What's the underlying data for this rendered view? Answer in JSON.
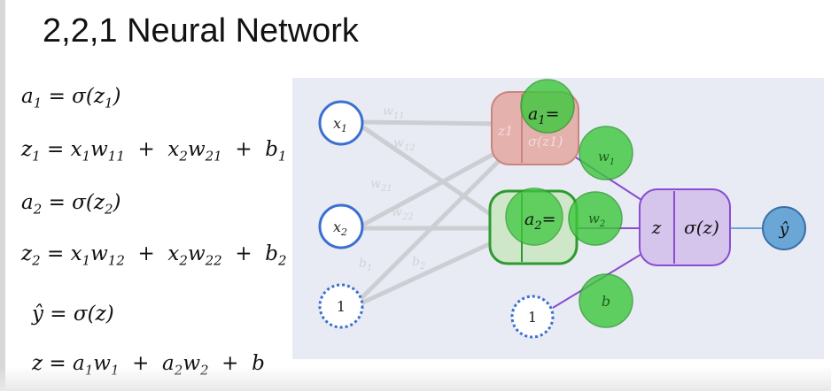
{
  "title": "2,2,1 Neural Network",
  "equations": [
    {
      "lhs": "a",
      "lhs_sub": "1",
      "rhs": "σ(z",
      "rhs_sub": "1",
      "tail": ")"
    },
    {
      "lhs": "z",
      "lhs_sub": "1",
      "parts": [
        "x",
        "1",
        "w",
        "11",
        "x",
        "2",
        "w",
        "21",
        "b",
        "1"
      ]
    },
    {
      "lhs": "a",
      "lhs_sub": "2",
      "rhs": "σ(z",
      "rhs_sub": "2",
      "tail": ")"
    },
    {
      "lhs": "z",
      "lhs_sub": "2",
      "parts": [
        "x",
        "1",
        "w",
        "12",
        "x",
        "2",
        "w",
        "22",
        "b",
        "2"
      ]
    },
    {
      "lhs": "ŷ",
      "rhs": "σ(z)"
    },
    {
      "lhs": "z",
      "parts": [
        "a",
        "1",
        "w",
        "1",
        "a",
        "2",
        "w",
        "2",
        "b",
        ""
      ]
    }
  ],
  "diagram": {
    "inputs": {
      "x1": "x",
      "x1_sub": "1",
      "x2": "x",
      "x2_sub": "2",
      "bias": "1"
    },
    "faded_weights": [
      "w11",
      "w12",
      "w21",
      "w22",
      "b1",
      "b2"
    ],
    "hidden1": {
      "left": "z1",
      "right": "σ(z1)",
      "overlay": "a",
      "overlay_sub": "1",
      "overlay_eq": "="
    },
    "hidden2": {
      "overlay": "a",
      "overlay_sub": "2",
      "overlay_eq": "="
    },
    "output_node": {
      "left": "z",
      "right": "σ(z)"
    },
    "output_weights": {
      "w1": "w",
      "w1_sub": "1",
      "w2": "w",
      "w2_sub": "2",
      "b": "b"
    },
    "output_bias": "1",
    "prediction": "ŷ"
  },
  "colors": {
    "panel": "#e8ebf3",
    "input_stroke": "#3b6fd1",
    "red_node": "#e5b1ad",
    "green_node": "#cfe7c9",
    "green_circle": "#3cc83c",
    "purple_node": "#d5c4ec",
    "purple_stroke": "#8a4cd1",
    "yhat": "#6aa6d6"
  }
}
